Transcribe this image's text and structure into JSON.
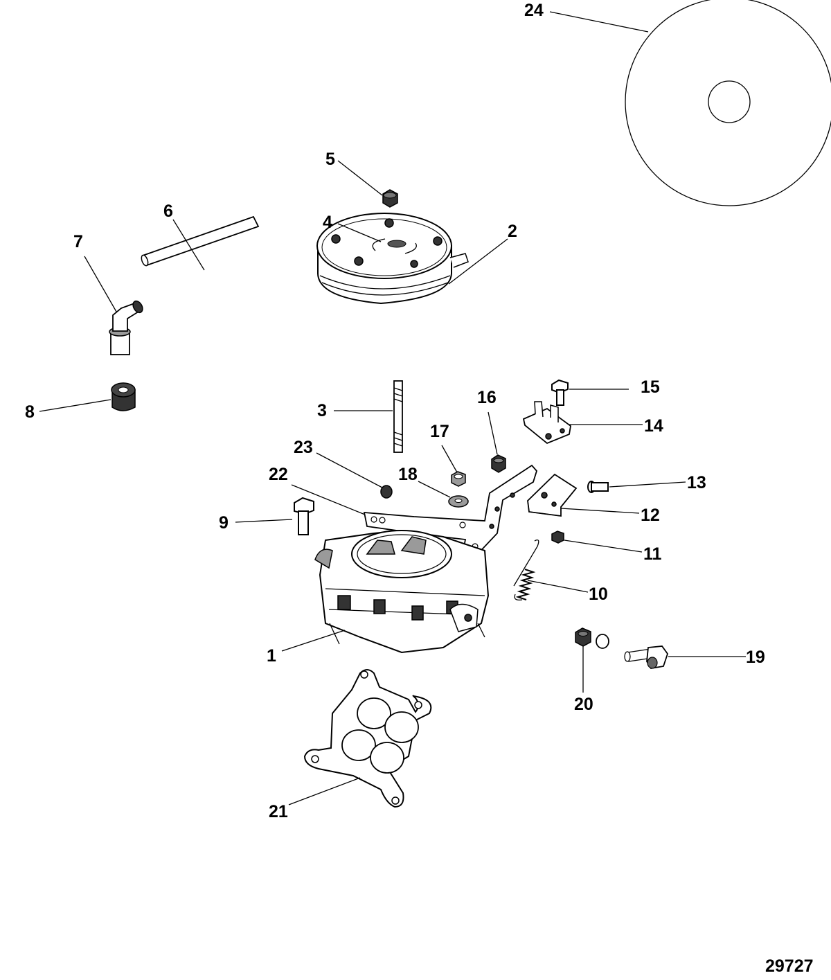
{
  "figure_number": "29727",
  "callouts": [
    {
      "id": "1",
      "label": "1"
    },
    {
      "id": "2",
      "label": "2"
    },
    {
      "id": "3",
      "label": "3"
    },
    {
      "id": "4",
      "label": "4"
    },
    {
      "id": "5",
      "label": "5"
    },
    {
      "id": "6",
      "label": "6"
    },
    {
      "id": "7",
      "label": "7"
    },
    {
      "id": "8",
      "label": "8"
    },
    {
      "id": "9",
      "label": "9"
    },
    {
      "id": "10",
      "label": "10"
    },
    {
      "id": "11",
      "label": "11"
    },
    {
      "id": "12",
      "label": "12"
    },
    {
      "id": "13",
      "label": "13"
    },
    {
      "id": "14",
      "label": "14"
    },
    {
      "id": "15",
      "label": "15"
    },
    {
      "id": "16",
      "label": "16"
    },
    {
      "id": "17",
      "label": "17"
    },
    {
      "id": "18",
      "label": "18"
    },
    {
      "id": "19",
      "label": "19"
    },
    {
      "id": "20",
      "label": "20"
    },
    {
      "id": "21",
      "label": "21"
    },
    {
      "id": "22",
      "label": "22"
    },
    {
      "id": "23",
      "label": "23"
    },
    {
      "id": "24",
      "label": "24"
    }
  ]
}
